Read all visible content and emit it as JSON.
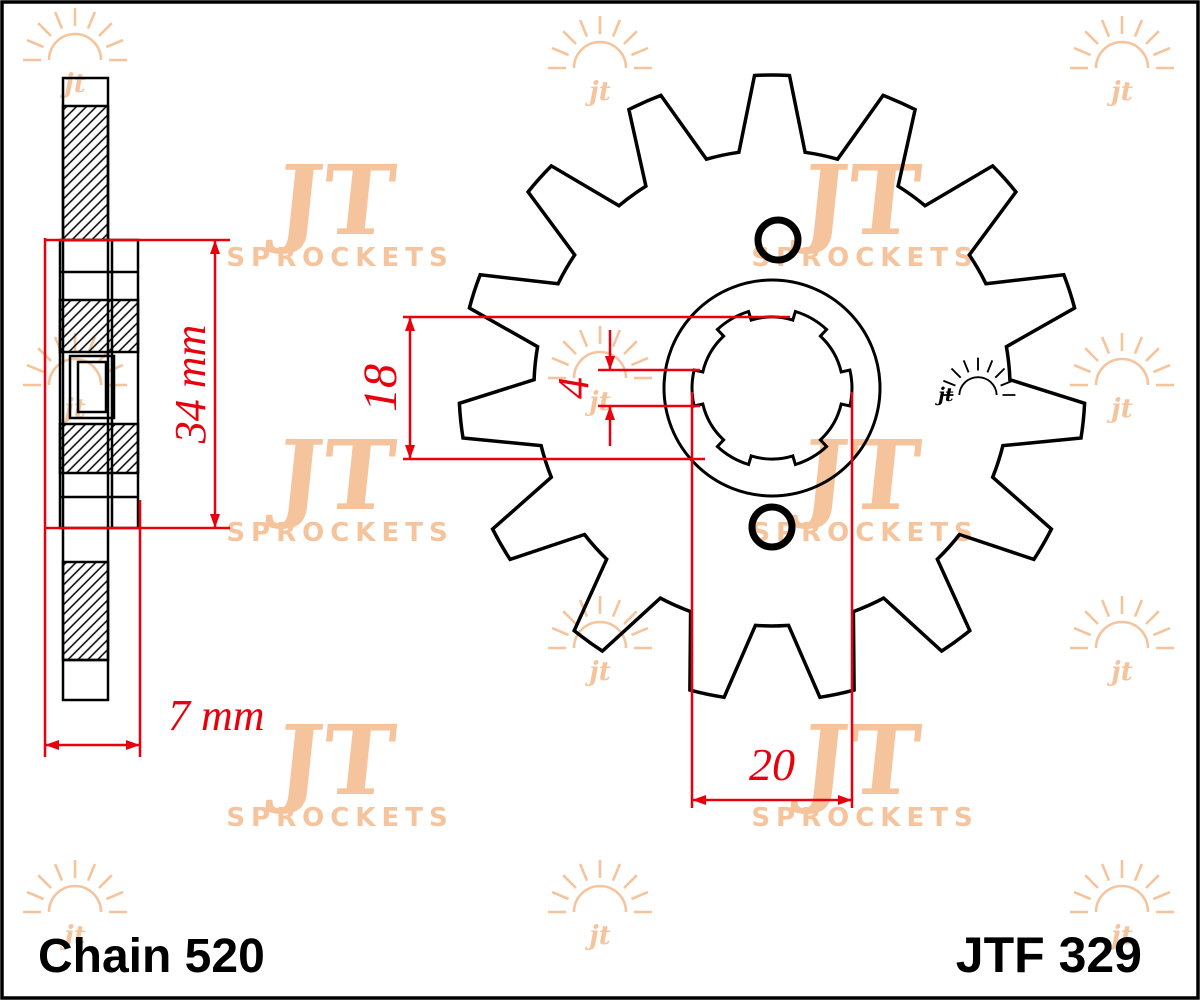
{
  "footer": {
    "chain_label": "Chain 520",
    "part_number": "JTF 329"
  },
  "dimensions": {
    "plate_height": "34 mm",
    "bore_diameter": "18",
    "spline_width": "4",
    "hub_width": "7 mm",
    "spline_diameter": "20"
  },
  "watermarks": {
    "brand": "JT",
    "sprockets": "SPROCKETS",
    "jt_small": "jt"
  },
  "colors": {
    "dimension_red": "#e8000d",
    "watermark_peach": "#f5c49c",
    "line_black": "#000000"
  }
}
